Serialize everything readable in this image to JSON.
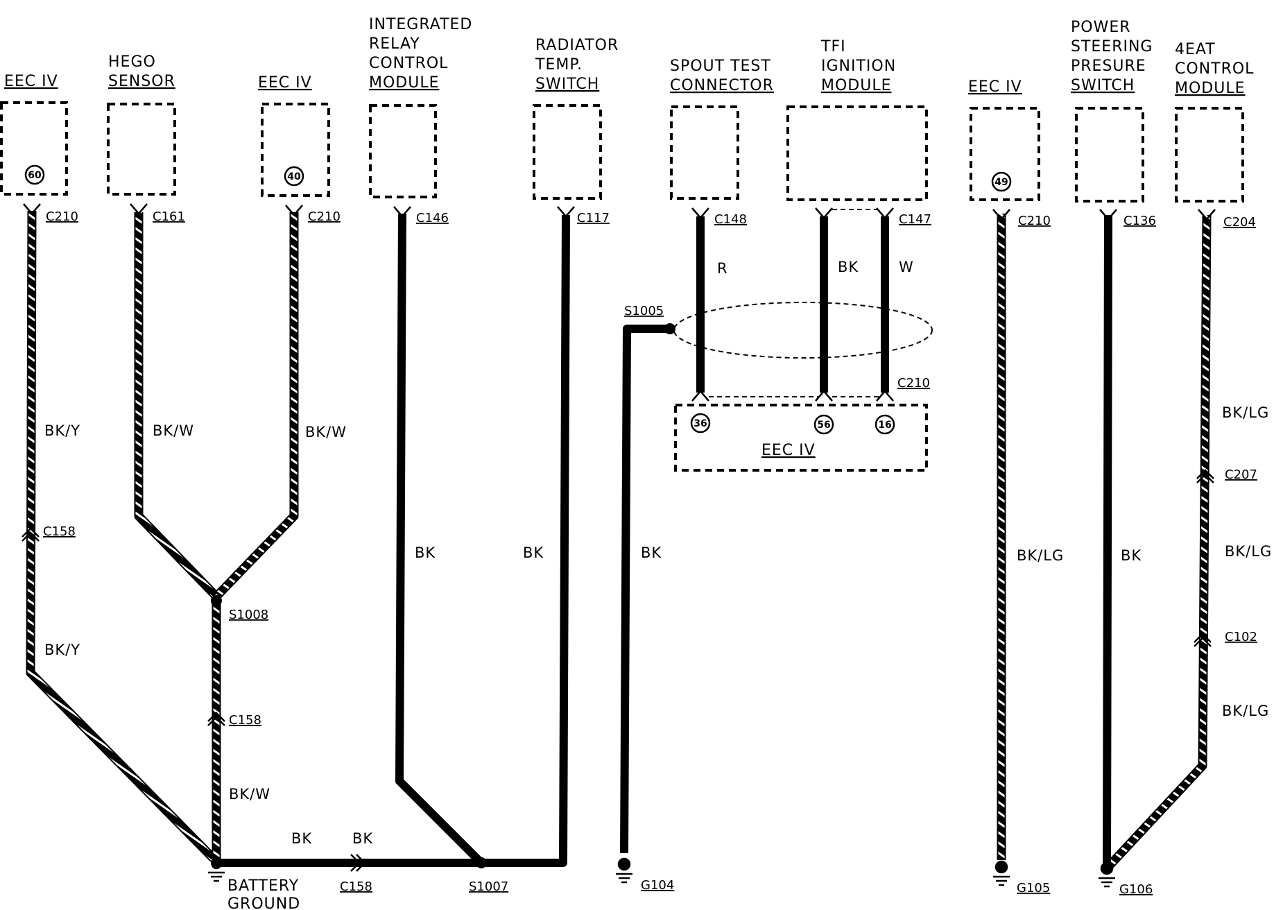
{
  "components": {
    "eec_1": "EEC IV",
    "hego": [
      "HEGO",
      "SENSOR"
    ],
    "eec_2": "EEC IV",
    "irc": [
      "INTEGRATED",
      "RELAY",
      "CONTROL",
      "MODULE"
    ],
    "rad": [
      "RADIATOR",
      "TEMP.",
      "SWITCH"
    ],
    "spout": [
      "SPOUT TEST",
      "CONNECTOR"
    ],
    "tfi": [
      "TFI",
      "IGNITION",
      "MODULE"
    ],
    "eec_3": "EEC IV",
    "ps": [
      "POWER",
      "STEERING",
      "PRESURE",
      "SWITCH"
    ],
    "eat": [
      "4EAT",
      "CONTROL",
      "MODULE"
    ],
    "eec_bottom": "EEC IV"
  },
  "pins": {
    "p60": "60",
    "p40": "40",
    "p49": "49",
    "p36": "36",
    "p56": "56",
    "p16": "16"
  },
  "connectors": {
    "c210_a": "C210",
    "c161": "C161",
    "c210_b": "C210",
    "c146": "C146",
    "c117": "C117",
    "c148": "C148",
    "c147": "C147",
    "c210_c": "C210",
    "c210_d": "C210",
    "c136": "C136",
    "c204": "C204",
    "c158_a": "C158",
    "c158_b": "C158",
    "c158_c": "C158",
    "c207": "C207",
    "c102": "C102"
  },
  "splices": {
    "s1008": "S1008",
    "s1007": "S1007",
    "s1005": "S1005"
  },
  "grounds": {
    "battery": [
      "BATTERY",
      "GROUND"
    ],
    "g104": "G104",
    "g105": "G105",
    "g106": "G106"
  },
  "wires": {
    "w1_top": "BK/Y",
    "w1_bottom": "BK/Y",
    "w2": "BK/W",
    "w3": "BK/W",
    "w_s1008": "BK/W",
    "w_bk_1": "BK",
    "w_bk_2": "BK",
    "w_irc": "BK",
    "w_rad": "BK",
    "w_s1005": "BK",
    "w_r": "R",
    "w_tfi_bk": "BK",
    "w_tfi_w": "W",
    "w_eec3": "BK/LG",
    "w_ps": "BK",
    "w_eat_1": "BK/LG",
    "w_eat_2": "BK/LG",
    "w_eat_3": "BK/LG"
  }
}
